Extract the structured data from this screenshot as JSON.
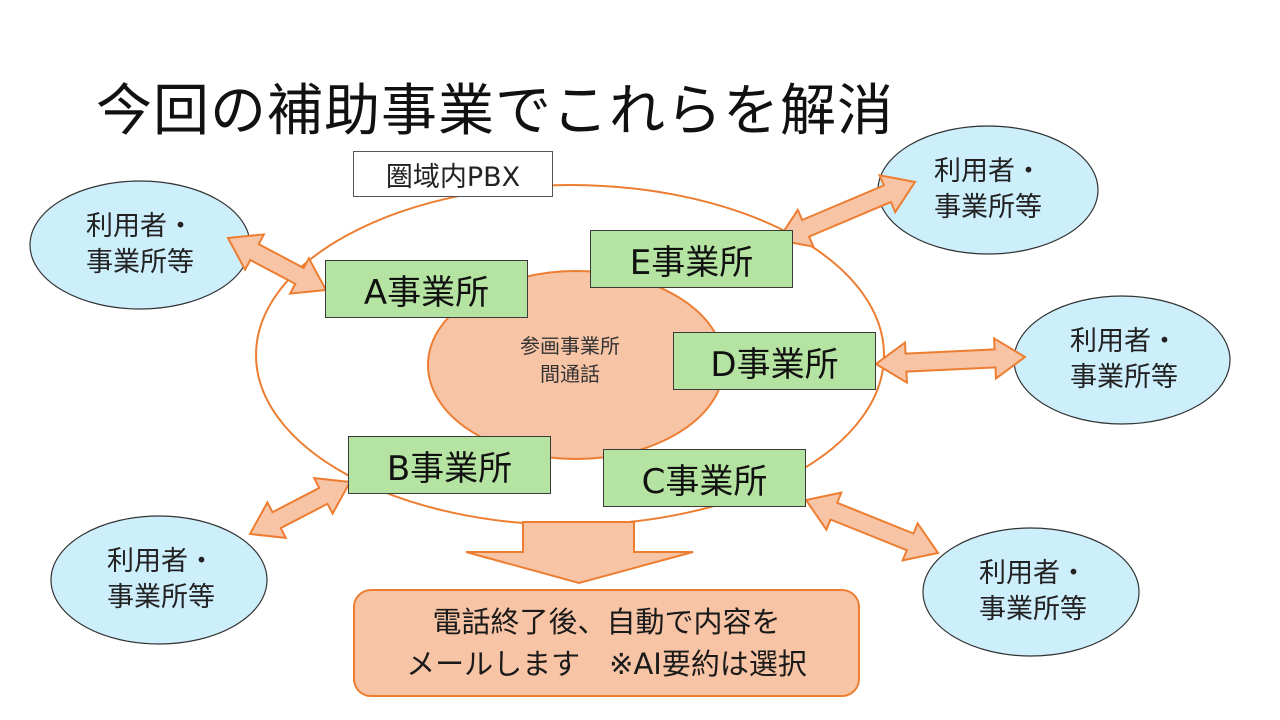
{
  "slide": {
    "title": "今回の補助事業でこれらを解消"
  },
  "pbx": {
    "label": "圏域内PBX"
  },
  "center": {
    "line1": "参画事業所",
    "line2": "間通話"
  },
  "offices": [
    {
      "id": "A",
      "label": "A事業所"
    },
    {
      "id": "B",
      "label": "B事業所"
    },
    {
      "id": "C",
      "label": "C事業所"
    },
    {
      "id": "D",
      "label": "D事業所"
    },
    {
      "id": "E",
      "label": "E事業所"
    }
  ],
  "users": [
    {
      "line1": "利用者・",
      "line2": "事業所等",
      "connects_to": "A"
    },
    {
      "line1": "利用者・",
      "line2": "事業所等",
      "connects_to": "E"
    },
    {
      "line1": "利用者・",
      "line2": "事業所等",
      "connects_to": "D"
    },
    {
      "line1": "利用者・",
      "line2": "事業所等",
      "connects_to": "B"
    },
    {
      "line1": "利用者・",
      "line2": "事業所等",
      "connects_to": "C"
    }
  ],
  "result": {
    "line1": "電話終了後、自動で内容を",
    "line2": "メールします　※AI要約は選択"
  },
  "colors": {
    "office_fill": "#b5e3a1",
    "user_fill": "#cdeefb",
    "accent_orange": "#ed7d31",
    "arrow_fill": "#f7c4a6"
  }
}
